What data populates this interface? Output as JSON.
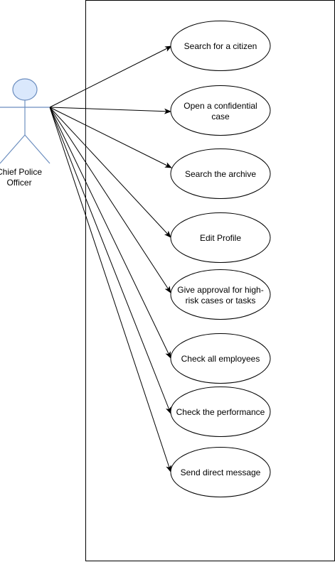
{
  "actor": {
    "label_lines": [
      "Chief Police",
      "Officer"
    ],
    "head_fill": "#dae8fc",
    "stroke": "#6c8ebf"
  },
  "use_cases": [
    {
      "id": "search-citizen",
      "lines": [
        "Search for a citizen"
      ]
    },
    {
      "id": "open-confidential-case",
      "lines": [
        "Open a confidential",
        "case"
      ]
    },
    {
      "id": "search-archive",
      "lines": [
        "Search the archive"
      ]
    },
    {
      "id": "edit-profile",
      "lines": [
        "Edit Profile"
      ]
    },
    {
      "id": "give-approval",
      "lines": [
        "Give approval for high-",
        "risk cases or tasks"
      ]
    },
    {
      "id": "check-employees",
      "lines": [
        "Check all employees"
      ]
    },
    {
      "id": "check-performance",
      "lines": [
        "Check the performance"
      ]
    },
    {
      "id": "send-direct-message",
      "lines": [
        "Send direct message"
      ]
    }
  ],
  "colors": {
    "line": "#000000",
    "background": "#ffffff"
  }
}
